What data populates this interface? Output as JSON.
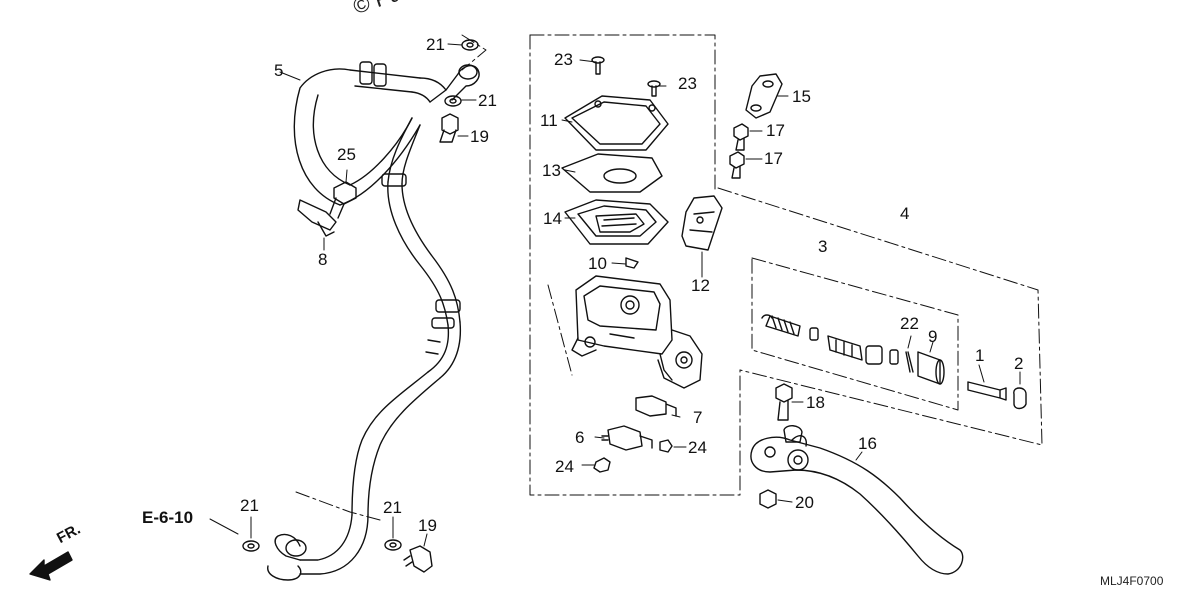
{
  "diagram": {
    "watermark": "© Partzilla",
    "reference_link": "E-6-10",
    "front_marker": "FR.",
    "drawing_code": "MLJ4F0700",
    "callouts": {
      "c1": "1",
      "c2": "2",
      "c3": "3",
      "c4": "4",
      "c5": "5",
      "c6": "6",
      "c7": "7",
      "c8": "8",
      "c9": "9",
      "c10": "10",
      "c11": "11",
      "c12": "12",
      "c13": "13",
      "c14": "14",
      "c15": "15",
      "c16": "16",
      "c17a": "17",
      "c17b": "17",
      "c18": "18",
      "c19a": "19",
      "c19b": "19",
      "c20": "20",
      "c21a": "21",
      "c21b": "21",
      "c21c": "21",
      "c21d": "21",
      "c22": "22",
      "c23a": "23",
      "c23b": "23",
      "c24a": "24",
      "c24b": "24",
      "c25": "25"
    }
  }
}
